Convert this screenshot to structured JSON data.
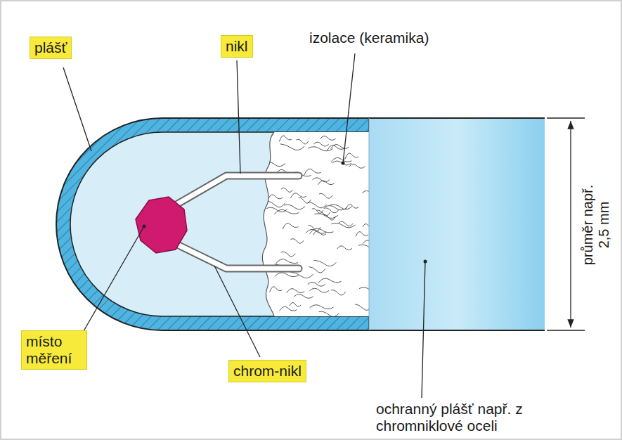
{
  "diagram": {
    "labels": [
      "plášť",
      "nikl",
      "izolace (keramika)",
      "místo měření",
      "chrom-nikl",
      "ochranný plášť např. z chromniklové oceli",
      "průměr např. 2,5 mm"
    ]
  }
}
